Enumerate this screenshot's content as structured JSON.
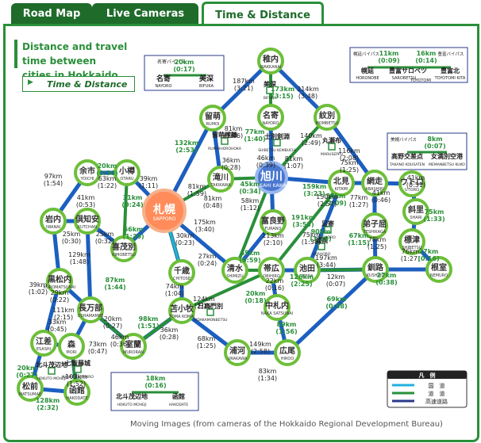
{
  "tabs": [
    {
      "label": "Road Map"
    },
    {
      "label": "Live Cameras"
    },
    {
      "label": "Time & Distance"
    }
  ],
  "header": {
    "title_line1": "Distance and travel time between",
    "title_line2": "cities in Hokkaido",
    "button_label": "Time & Distance"
  },
  "footer": "Moving Images (from cameras of the Hokkaido Regional Development Bureau)",
  "colors": {
    "green": "#2a8f3a",
    "blue": "#1c5fc0",
    "cyan": "#20b0e0",
    "navy": "#2a3a8a",
    "node": "#6dbf3a"
  },
  "legend": {
    "title": "凡　例",
    "items": [
      {
        "label": "国　道"
      },
      {
        "label": "道　道"
      },
      {
        "label": "高速道路"
      }
    ]
  },
  "cities": [
    {
      "id": "wakkanai",
      "jp": "稚内",
      "en": "WAKKANAI"
    },
    {
      "id": "rumoi",
      "jp": "留萌",
      "en": "RUMOI"
    },
    {
      "id": "nayoro",
      "jp": "名寄",
      "en": "NAYORO"
    },
    {
      "id": "monbetsu",
      "jp": "紋別",
      "en": "MOMBETSU"
    },
    {
      "id": "yoichi",
      "jp": "余市",
      "en": "YOICHI"
    },
    {
      "id": "otaru",
      "jp": "小樽",
      "en": "OTARU"
    },
    {
      "id": "sapporo",
      "jp": "札幌",
      "en": "SAPPORO"
    },
    {
      "id": "takikawa",
      "jp": "滝川",
      "en": "TAKIKAWA"
    },
    {
      "id": "asahikawa",
      "jp": "旭川",
      "en": "ASAHI KAWA"
    },
    {
      "id": "kitami",
      "jp": "北見",
      "en": "KITAMI"
    },
    {
      "id": "abashiri",
      "jp": "網走",
      "en": "ABASHIRI"
    },
    {
      "id": "utoro",
      "jp": "ウトロ",
      "en": "UTORO"
    },
    {
      "id": "shari",
      "jp": "斜里",
      "en": "SHARI"
    },
    {
      "id": "iwanai",
      "jp": "岩内",
      "en": "IWANAI"
    },
    {
      "id": "kutchan",
      "jp": "倶知安",
      "en": "KUTCHAN"
    },
    {
      "id": "kimobetsu",
      "jp": "喜茂別",
      "en": "KIMOBETSU"
    },
    {
      "id": "furano",
      "jp": "富良野",
      "en": "FURANO"
    },
    {
      "id": "teshikaga",
      "jp": "弟子屈",
      "en": "TESHIKAGA"
    },
    {
      "id": "shibetsu",
      "jp": "標津",
      "en": "SHIBETSU"
    },
    {
      "id": "chitose",
      "jp": "千歳",
      "en": "CHITOSE"
    },
    {
      "id": "shimizu",
      "jp": "清水",
      "en": "SHIMIZU"
    },
    {
      "id": "obihiro",
      "jp": "帯広",
      "en": "OBIHIRO"
    },
    {
      "id": "ikeda",
      "jp": "池田",
      "en": "IKEDA"
    },
    {
      "id": "kushiro",
      "jp": "釧路",
      "en": "KUSHIRO"
    },
    {
      "id": "nemuro",
      "jp": "根室",
      "en": "NEMURO"
    },
    {
      "id": "kuromatsunai",
      "jp": "黒松内",
      "en": "KUROMATSUNAI"
    },
    {
      "id": "oshamambe",
      "jp": "長万部",
      "en": "OSHAMAMBE"
    },
    {
      "id": "tomakomai",
      "jp": "苫小牧",
      "en": "TOMA KOMAI"
    },
    {
      "id": "muroran",
      "jp": "室蘭",
      "en": "MURORAN"
    },
    {
      "id": "esashi",
      "jp": "江差",
      "en": "ESASHI"
    },
    {
      "id": "mori",
      "jp": "森",
      "en": "MORI"
    },
    {
      "id": "urakawa",
      "jp": "浦河",
      "en": "URAKAWA"
    },
    {
      "id": "hiroo",
      "jp": "広尾",
      "en": "HIROO"
    },
    {
      "id": "matsumae",
      "jp": "松前",
      "en": "MATSUMAE"
    },
    {
      "id": "hakodate",
      "jp": "函館",
      "en": "HAKODATE"
    },
    {
      "id": "nakasatsunai",
      "jp": "中札内",
      "en": "NAKA SATSUNAI"
    }
  ],
  "towns": [
    {
      "jp": "美深",
      "en": "BIFUKA"
    },
    {
      "jp": "留萌幌糠",
      "en": "RUMOIHOROHOKA"
    },
    {
      "jp": "士別剣淵",
      "en": "SHIBETSU KEMBUCHI"
    },
    {
      "jp": "丸瀬布",
      "en": "MARUSEPPU"
    },
    {
      "jp": "足寄",
      "en": "ASHORO"
    },
    {
      "jp": "浦幌",
      "en": "URAHORO"
    },
    {
      "jp": "日高門別",
      "en": "HIDAKAMONBETSU"
    },
    {
      "jp": "七飯藤城",
      "en": "NANAE FUJISHIRO"
    },
    {
      "jp": "北斗茂辺地",
      "en": "HOKUTO MOHEJI"
    }
  ],
  "distances": [
    "187km",
    "(3:21)",
    "173km",
    "(3:15)",
    "214km",
    "(3:48)",
    "81km",
    "(1:46)",
    "77km",
    "(1:40)",
    "140km",
    "(2:49)",
    "116km",
    "(2:08)",
    "132km",
    "(2:53)",
    "81km",
    "(1:59)",
    "36km",
    "(0:28)",
    "45km",
    "(0:34)",
    "46km",
    "(0:39)",
    "81km",
    "(1:07)",
    "159km",
    "(3:23)",
    "75km",
    "(1:25)",
    "97km",
    "(1:54)",
    "20km",
    "(0:30)",
    "39km",
    "(1:11)",
    "41km",
    "(0:53)",
    "31km",
    "(0:24)",
    "63km",
    "(1:22)",
    "81km",
    "(0:48)",
    "54km",
    "(1:09)",
    "41km",
    "(0:46)",
    "41km",
    "(0:51)",
    "75km",
    "(1:33)",
    "25km",
    "(0:30)",
    "25km",
    "(0:32)",
    "66km",
    "(1:36)",
    "175km",
    "(3:40)",
    "58km",
    "(1:12)",
    "191km",
    "(3:53)",
    "150km",
    "(2:57)",
    "77km",
    "(1:27)",
    "67km",
    "(1:15)",
    "78km",
    "(1:25)",
    "76km",
    "(1:27)",
    "27km",
    "(0:16)",
    "39km",
    "(1:02)",
    "129km",
    "(1:48)",
    "87km",
    "(1:44)",
    "30km",
    "(0:23)",
    "27km",
    "(0:24)",
    "55km",
    "(0:59)",
    "113km",
    "(2:10)",
    "75km",
    "(1:38)",
    "90km",
    "(1:38)",
    "197km",
    "(3:44)",
    "12km",
    "(0:07)",
    "27km",
    "(0:38)",
    "29km",
    "(0:22)",
    "22km",
    "(0:16)",
    "126km",
    "(2:25)",
    "111km",
    "(2:15)",
    "124km",
    "(2:15)",
    "20km",
    "(0:18)",
    "33km",
    "(0:45)",
    "20km",
    "(0:27)",
    "98km",
    "(1:51)",
    "46km",
    "(0:36)",
    "36km",
    "(0:28)",
    "69km",
    "(0:58)",
    "74km",
    "(1:04)",
    "73km",
    "(0:47)",
    "89km",
    "(1:56)",
    "68km",
    "(1:25)",
    "149km",
    "(2:58)",
    "20km",
    "(0:27)",
    "103km",
    "(1:52)",
    "83km",
    "(1:34)",
    "128km",
    "(2:32)",
    "81km",
    "(1:34)",
    "64km",
    "(1:17)",
    "15km",
    "(0:13)",
    "85km",
    "(1:40)",
    "94km",
    "(1:56)"
  ],
  "inset_nayoro": {
    "caption": "名寄バイパス",
    "dist": "20km",
    "time": "(0:17)",
    "a_jp": "名寄",
    "a_en": "NAYORO",
    "b_jp": "美深",
    "b_en": "BIFUKA"
  },
  "inset_horonobe": {
    "caption1": "幌延バイパス",
    "dist1": "11km",
    "time1": "(0:09)",
    "caption2": "豊富バイパス",
    "dist2": "16km",
    "time2": "(0:14)",
    "a_jp": "幌延",
    "a_en": "HORONOBE",
    "b_jp": "豊富サロベツ",
    "b_en": "SAROBETSU",
    "b_sub": "TOYOTOMI",
    "c_jp": "豊富北",
    "c_en": "TOYOTOMI KITA"
  },
  "inset_bihoro": {
    "caption": "美幌バイパス",
    "dist": "8km",
    "time": "(0:07)",
    "a_jp": "高野交差点",
    "a_en": "TAKANO KOUSATEN",
    "b_jp": "女満別空港",
    "b_en": "MEMANBETSU KUKO"
  },
  "inset_moheji": {
    "dist": "18km",
    "time": "(0:16)",
    "a_jp": "北斗茂辺地",
    "a_en": "HOKUTO MOHEJI",
    "b_jp": "函館",
    "b_en": "HAKODATE"
  }
}
